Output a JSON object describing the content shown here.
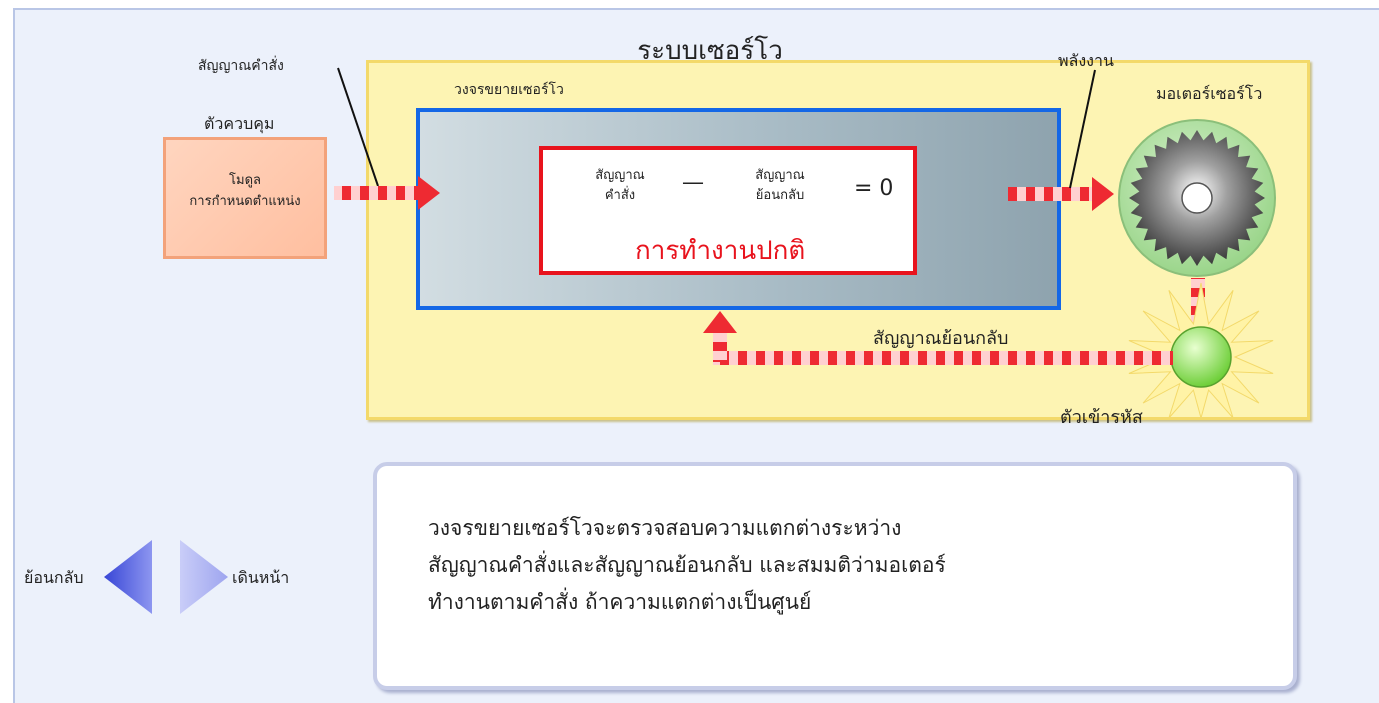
{
  "system": {
    "title": "ระบบเซอร์โว"
  },
  "controller": {
    "command_signal_label": "สัญญาณคำสั่ง",
    "title": "ตัวควบคุม",
    "module_line1": "โมดูล",
    "module_line2": "การกำหนดตำแหน่ง"
  },
  "amplifier": {
    "title": "วงจรขยายเซอร์โว",
    "command_signal_line1": "สัญญาณ",
    "command_signal_line2": "คำสั่ง",
    "minus": "—",
    "feedback_signal_line1": "สัญญาณ",
    "feedback_signal_line2": "ย้อนกลับ",
    "equals_zero": "= 0",
    "status": "การทำงานปกติ"
  },
  "motor": {
    "power_label": "พลังงาน",
    "title": "มอเตอร์เซอร์โว"
  },
  "feedback": {
    "label": "สัญญาณย้อนกลับ",
    "encoder_label": "ตัวเข้ารหัส"
  },
  "info": {
    "line1": "วงจรขยายเซอร์โวจะตรวจสอบความแตกต่างระหว่าง",
    "line2": "สัญญาณคำสั่งและสัญญาณย้อนกลับ และสมมติว่ามอเตอร์",
    "line3": "ทำงานตามคำสั่ง ถ้าความแตกต่างเป็นศูนย์"
  },
  "nav": {
    "back_label": "ย้อนกลับ",
    "forward_label": "เดินหน้า"
  },
  "colors": {
    "panel_fill": "#fdf4b3",
    "amp_border": "#1467e6",
    "compare_border": "#e8131d",
    "controller_fill": "#ffc8ad",
    "nav_back": "#4f5bdc",
    "nav_forward": "#b3b8f2"
  }
}
